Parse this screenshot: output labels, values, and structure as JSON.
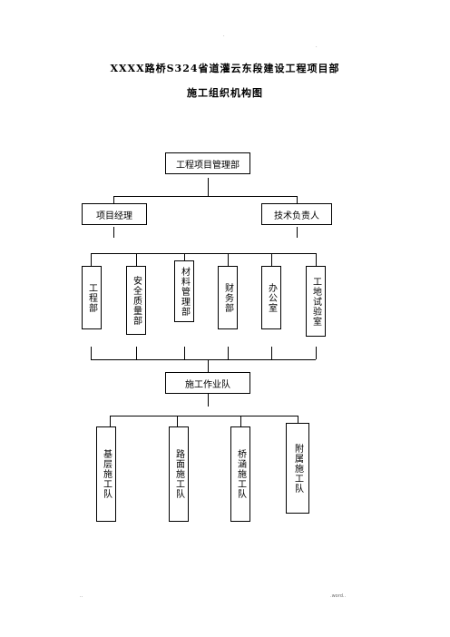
{
  "page": {
    "top_marks": [
      ".",
      "."
    ],
    "footer_left": "..",
    "footer_right": ".word.."
  },
  "title": {
    "line1": "XXXX路桥S324省道灌云东段建设工程项目部",
    "line2": "施工组织机构图"
  },
  "org": {
    "top": "工程项目管理部",
    "level2": [
      "项目经理",
      "技术负责人"
    ],
    "departments": [
      "工程部",
      "安全质量部",
      "材料管理部",
      "财务部",
      "办公室",
      "工地试验室"
    ],
    "construction_team": "施工作业队",
    "teams": [
      "基层施工队",
      "路面施工队",
      "桥涵施工队",
      "附属施工队"
    ]
  }
}
